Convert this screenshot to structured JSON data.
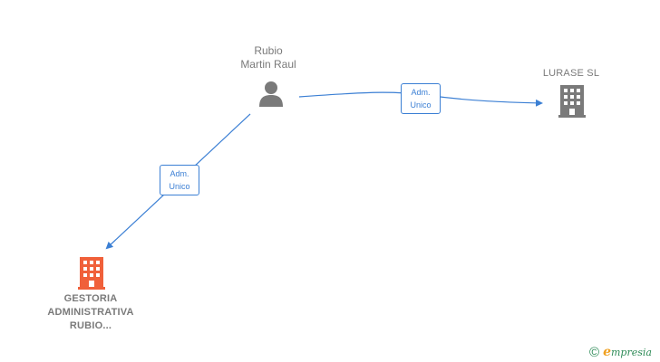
{
  "nodes": {
    "person": {
      "name_line1": "Rubio",
      "name_line2": "Martin Raul",
      "icon": "person-icon"
    },
    "lurase": {
      "name": "LURASE SL",
      "icon": "building-icon",
      "color": "#7a7a7a"
    },
    "gestoria": {
      "name_line1": "GESTORIA",
      "name_line2": "ADMINISTRATIVA",
      "name_line3": "RUBIO...",
      "icon": "building-icon",
      "color": "#f0603a"
    }
  },
  "edges": [
    {
      "from": "person",
      "to": "lurase",
      "label_line1": "Adm.",
      "label_line2": "Unico"
    },
    {
      "from": "person",
      "to": "gestoria",
      "label_line1": "Adm.",
      "label_line2": "Unico"
    }
  ],
  "brand": {
    "copyright": "©",
    "name_initial": "e",
    "name_rest": "mpresia"
  },
  "colors": {
    "edge": "#3b7fd4",
    "node_text": "#7a7a7a",
    "brand": "#2e8b57"
  }
}
